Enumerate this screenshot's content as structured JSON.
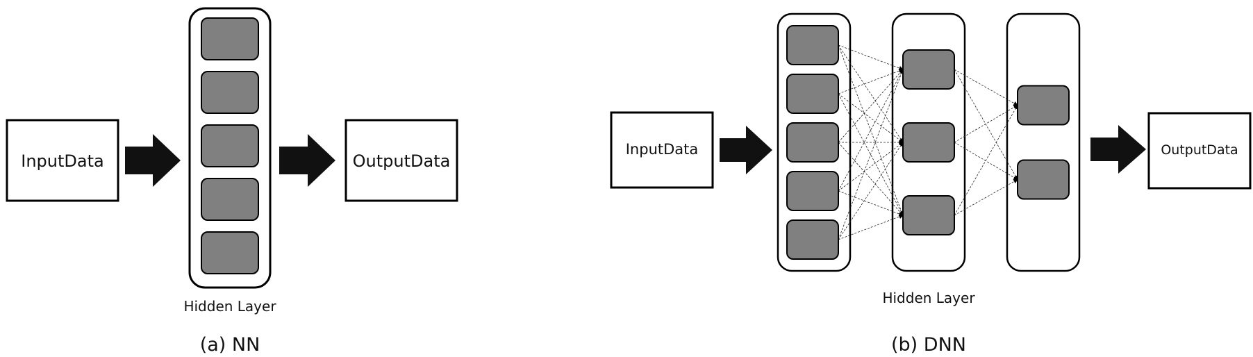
{
  "nn": {
    "input_label": "InputData",
    "output_label": "OutputData",
    "hidden_label": "Hidden Layer",
    "caption": "(a) NN",
    "neuron_count": 5
  },
  "dnn": {
    "input_label": "InputData",
    "output_label": "OutputData",
    "hidden_label": "Hidden Layer",
    "caption": "(b) DNN",
    "layers": [
      5,
      3,
      2
    ]
  },
  "colors": {
    "neuron_fill": "#808080",
    "stroke": "#000000",
    "arrow": "#111111"
  }
}
